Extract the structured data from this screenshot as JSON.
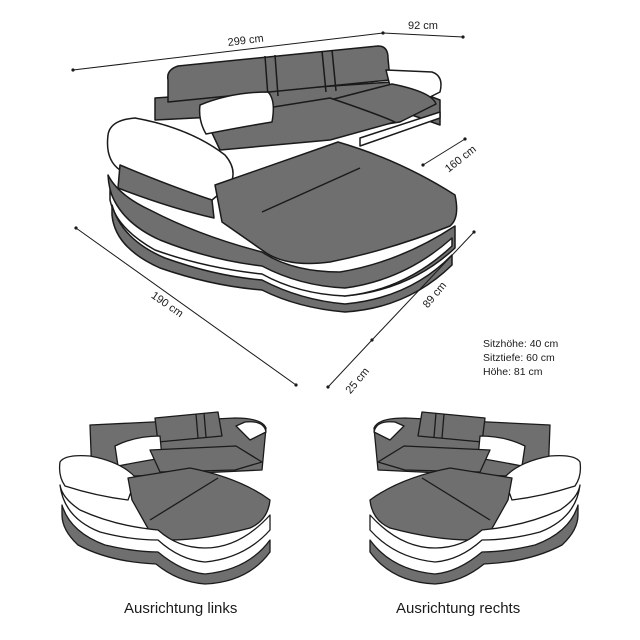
{
  "dimensions": {
    "top_width": "299 cm",
    "top_depth": "92 cm",
    "chaise_depth": "160 cm",
    "left_length": "190 cm",
    "right_width": "89 cm",
    "arm_width": "25 cm"
  },
  "specs": [
    "Sitzhöhe: 40 cm",
    "Sitztiefe: 60 cm",
    "Höhe: 81 cm"
  ],
  "captions": {
    "left": "Ausrichtung links",
    "right": "Ausrichtung rechts"
  },
  "colors": {
    "upholstery": "#6f6f6f",
    "outline": "#1a1a1a",
    "trim": "#ffffff",
    "background": "#ffffff"
  }
}
